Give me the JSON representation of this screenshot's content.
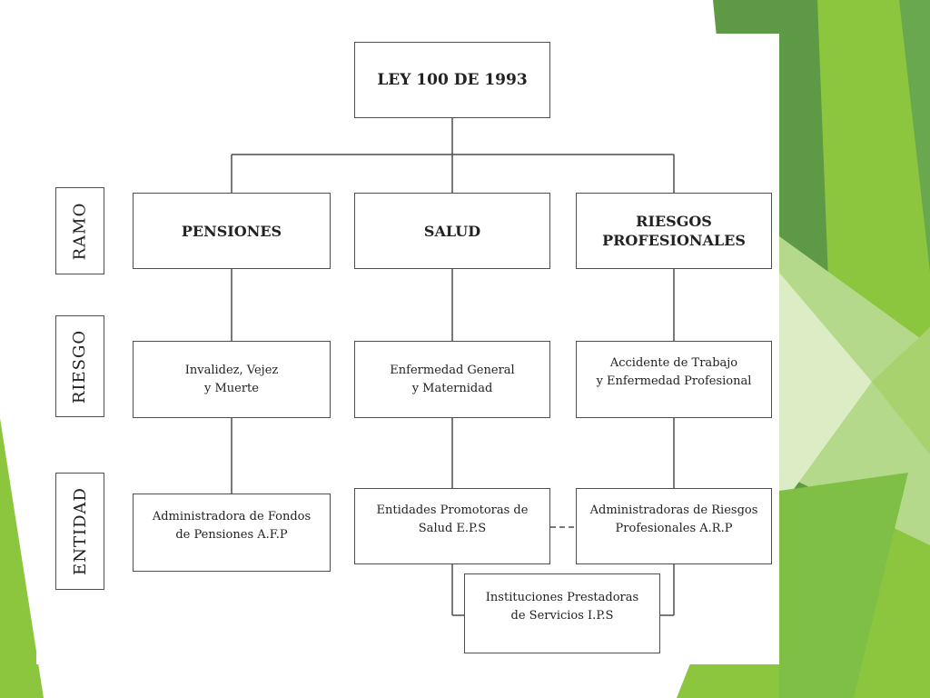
{
  "slide": {
    "background_color": "#ffffff",
    "accent_colors": [
      "#8cc63f",
      "#6aa84f",
      "#4e8f3a",
      "#b5d98a",
      "#dcecc4"
    ]
  },
  "diagram": {
    "root": "LEY 100 DE 1993",
    "row_labels": {
      "ramo": "RAMO",
      "riesgo": "RIESGO",
      "entidad": "ENTIDAD"
    },
    "ramo": {
      "pensiones": "PENSIONES",
      "salud": "SALUD",
      "riesgos": "RIESGOS\nPROFESIONALES"
    },
    "riesgo": {
      "pensiones": "Invalidez, Vejez\ny Muerte",
      "salud": "Enfermedad General\ny Maternidad",
      "riesgos": "Accidente de Trabajo\ny Enfermedad Profesional"
    },
    "entidad": {
      "afp": "Administradora de Fondos\nde Pensiones A.F.P",
      "eps": "Entidades Promotoras de\nSalud E.P.S",
      "arp": "Administradoras de Riesgos\nProfesionales A.R.P",
      "ips": "Instituciones Prestadoras\nde Servicios I.P.S"
    }
  }
}
